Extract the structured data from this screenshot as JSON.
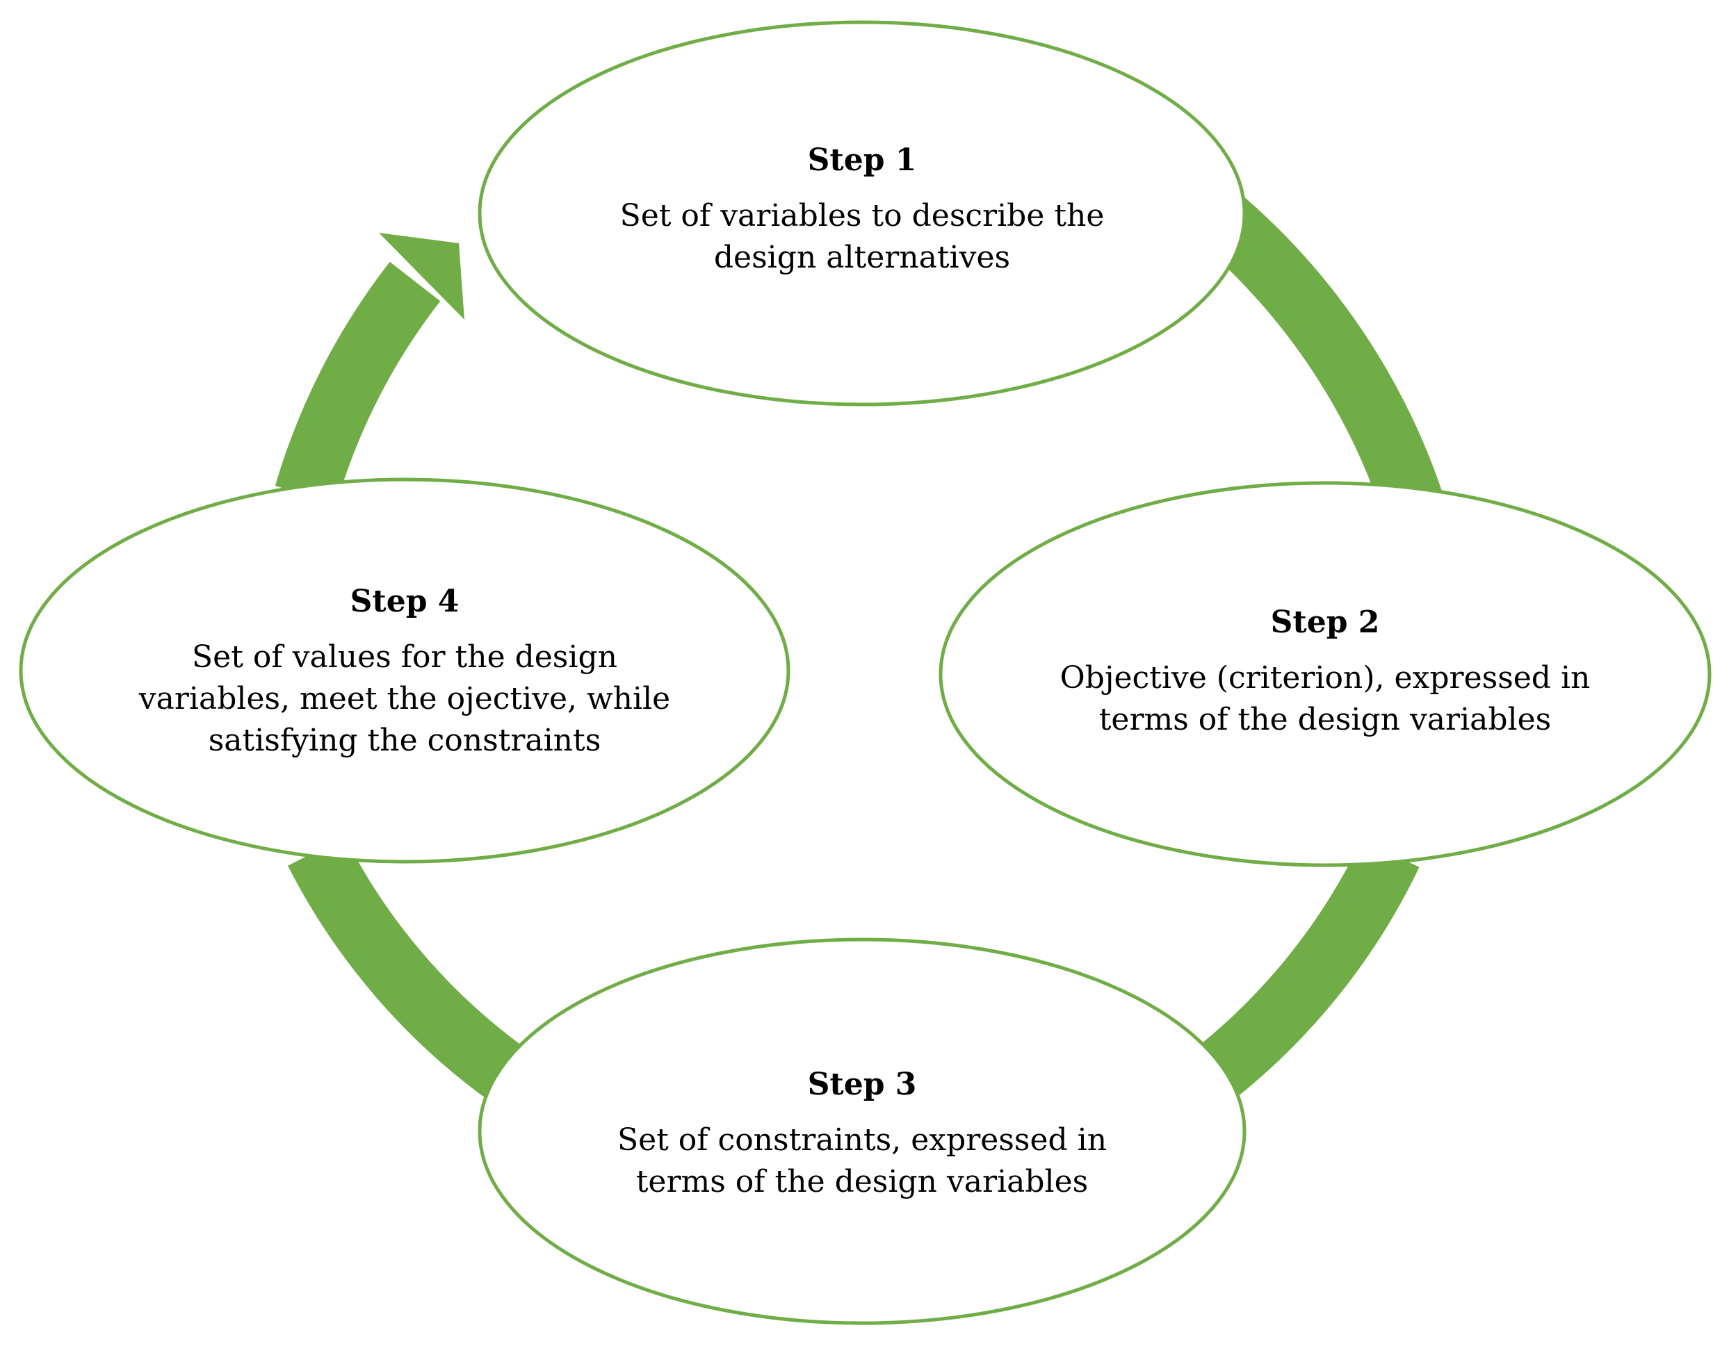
{
  "colors": {
    "accent_green": "#70ad47",
    "ellipse_fill": "#ffffff",
    "text": "#000000"
  },
  "steps": [
    {
      "title": "Step 1",
      "lines": [
        "Set of variables to describe the",
        "design alternatives"
      ]
    },
    {
      "title": "Step 2",
      "lines": [
        "Objective (criterion), expressed in",
        "terms of the design variables"
      ]
    },
    {
      "title": "Step 3",
      "lines": [
        "Set of constraints, expressed in",
        "terms of the design variables"
      ]
    },
    {
      "title": "Step 4",
      "lines": [
        "Set of values for the design",
        "variables, meet the ojective, while",
        "satisfying the constraints"
      ]
    }
  ],
  "cycle_arrow": {
    "direction": "clockwise",
    "arrowhead_points_to": "Step 1"
  }
}
